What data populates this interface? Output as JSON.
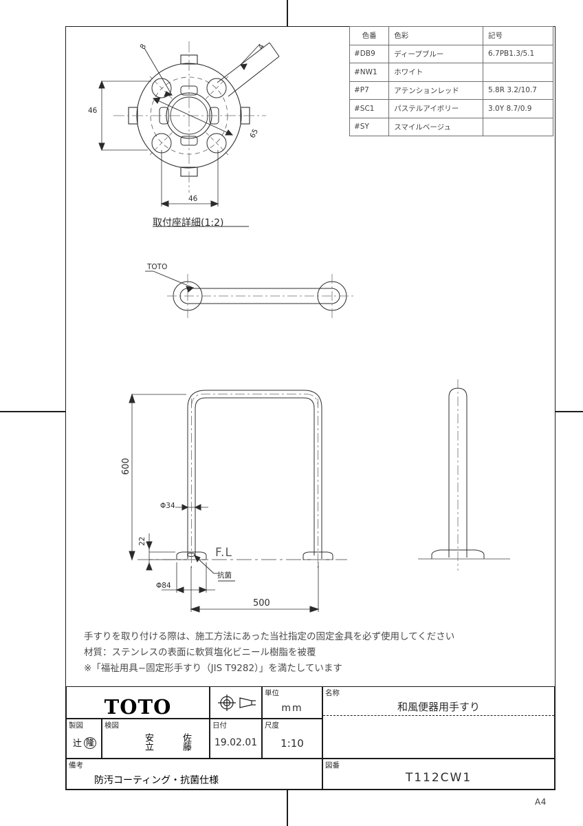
{
  "sheet": {
    "size_label": "A4"
  },
  "color_table": {
    "headers": [
      "色番",
      "色彩",
      "記号"
    ],
    "rows": [
      {
        "code": "#DB9",
        "name": "ディープブルー",
        "symbol": "6.7PB1.3/5.1"
      },
      {
        "code": "#NW1",
        "name": "ホワイト",
        "symbol": ""
      },
      {
        "code": "#P7",
        "name": "アテンションレッド",
        "symbol": "5.8R 3.2/10.7"
      },
      {
        "code": "#SC1",
        "name": "パステルアイボリー",
        "symbol": "3.0Y 8.7/0.9"
      },
      {
        "code": "#SY",
        "name": "スマイルベージュ",
        "symbol": ""
      }
    ]
  },
  "detail_view": {
    "caption": "取付座詳細(1:2)",
    "dim_vertical_46": "46",
    "dim_horizontal_46": "46",
    "dim_hole": "8",
    "dim_pcd": "65",
    "dim_arrow": "4"
  },
  "plan_view": {
    "brand_callout": "TOTO"
  },
  "front_view": {
    "dim_height_600": "600",
    "dim_tube_dia": "Φ34",
    "dim_flange_h": "22",
    "dim_flange_dia": "Φ84",
    "dim_width_500": "500",
    "floor_label": "F.L",
    "antibacterial_callout": "抗菌"
  },
  "notes": {
    "line1": "手すりを取り付ける際は、施工方法にあった当社指定の固定金具を必ず使用してください",
    "line2": "材質：ステンレスの表面に軟質塩化ビニール樹脂を被覆",
    "line3": "※「福祉用具−固定形手すり（JIS T9282）」を満たしています"
  },
  "title_block": {
    "company": "TOTO",
    "projection_symbol": "first-angle-projection-symbol",
    "unit_label": "単位",
    "unit_value": "mm",
    "name_label": "名称",
    "name_value": "和風便器用手すり",
    "drawn_label": "製図",
    "drawn_value_1": "辻",
    "drawn_value_2": "隆",
    "checked_label": "検図",
    "checked_value_1": "安立",
    "checked_value_2": "佐藤",
    "date_label": "日付",
    "date_value": "19.02.01",
    "scale_label": "尺度",
    "scale_value": "1:10",
    "remarks_label": "備考",
    "remarks_value": "防汚コーティング・抗菌仕様",
    "drawing_no_label": "図番",
    "drawing_no_value": "T112CW1"
  }
}
